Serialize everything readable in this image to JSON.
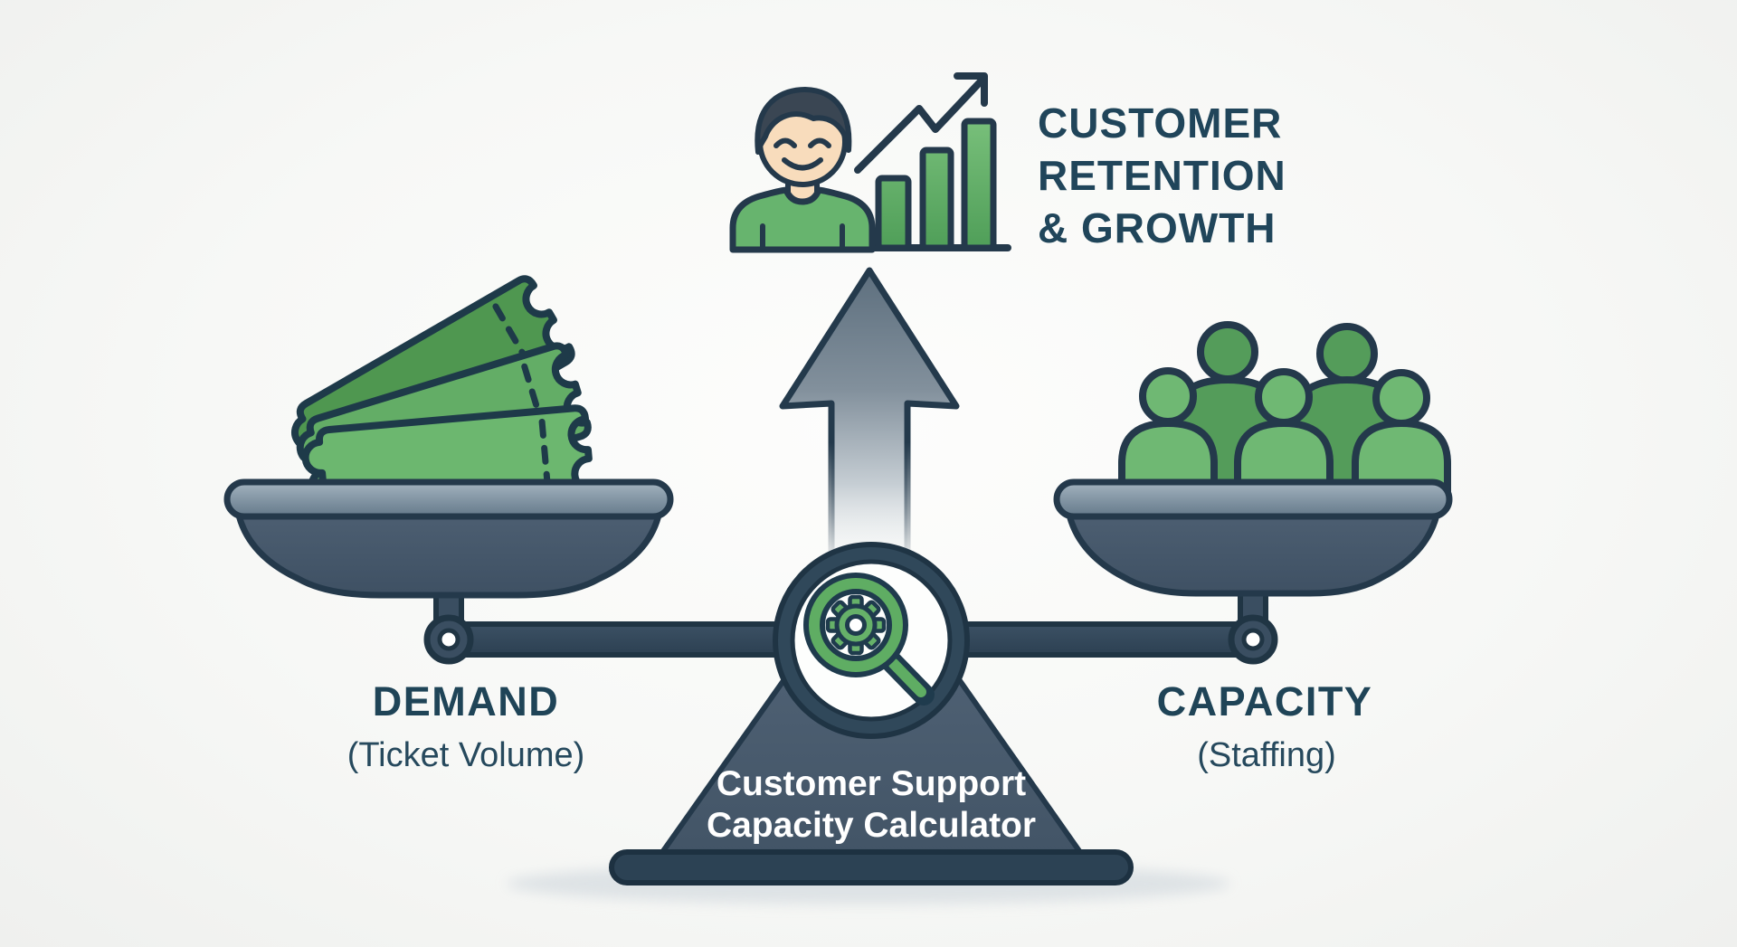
{
  "illustration": {
    "title_semantic": "customer-support-capacity-calculator-balance-infographic",
    "headline": {
      "line1": "CUSTOMER",
      "line2": "RETENTION",
      "line3": "& GROWTH"
    },
    "left_scale": {
      "label": "DEMAND",
      "sublabel": "(Ticket Volume)",
      "contents": "stack of three green tickets"
    },
    "right_scale": {
      "label": "CAPACITY",
      "sublabel": "(Staffing)",
      "contents": "group of five staff figures"
    },
    "fulcrum": {
      "line1": "Customer Support",
      "line2": "Capacity Calculator"
    },
    "icons": [
      "happy-customer-icon",
      "growth-bar-chart-icon",
      "trend-arrow-icon",
      "up-arrow-icon",
      "ticket-stack-icon",
      "support-team-icon",
      "magnifier-gear-icon",
      "balance-scale-icon"
    ],
    "colors": {
      "background": "#f6f7f5",
      "outline_navy": "#24394b",
      "slate": "#46586b",
      "slate_dark": "#2c4254",
      "rim_light": "#9fb0bc",
      "ticket_green_front": "#6cb76f",
      "ticket_green_mid": "#63ad66",
      "ticket_green_back": "#4f9750",
      "team_front_green": "#6fb873",
      "team_back_green": "#549c5a",
      "magnifier_green": "#5fad63",
      "bar_green": "#5aa85e",
      "skin": "#f8dcbc",
      "hair": "#3a4653",
      "heading_navy": "#20455a",
      "label_navy": "#1f4457",
      "white": "#ffffff",
      "shadow": "#dde2e6"
    }
  }
}
